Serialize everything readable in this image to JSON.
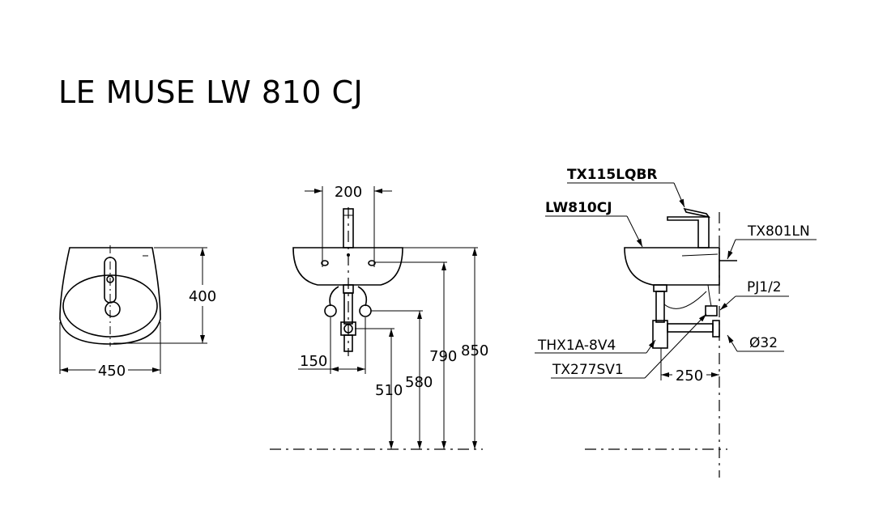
{
  "title": "LE MUSE LW 810 CJ",
  "front_view": {
    "width_dim": "450",
    "depth_dim": "400"
  },
  "elevation_view": {
    "faucet_spacing_dim": "200",
    "valve_spacing_dim": "150",
    "trap_height_dim": "510",
    "valve_height_dim": "580",
    "inlet_height_dim": "790",
    "rim_height_dim": "850"
  },
  "side_view": {
    "faucet_label": "TX115LQBR",
    "basin_label": "LW810CJ",
    "bolt_label": "TX801LN",
    "valve_label": "PJ1/2",
    "trap_label": "THX1A-8V4",
    "stop_valve_label": "TX277SV1",
    "pipe_label": "Ø32",
    "wall_offset_dim": "250"
  }
}
